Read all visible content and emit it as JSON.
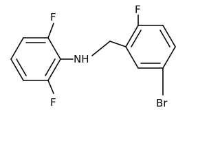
{
  "structure": {
    "atoms": {
      "f_upper_left": "F",
      "f_lower_left": "F",
      "nh": "NH",
      "f_upper_right": "F",
      "br": "Br"
    }
  }
}
